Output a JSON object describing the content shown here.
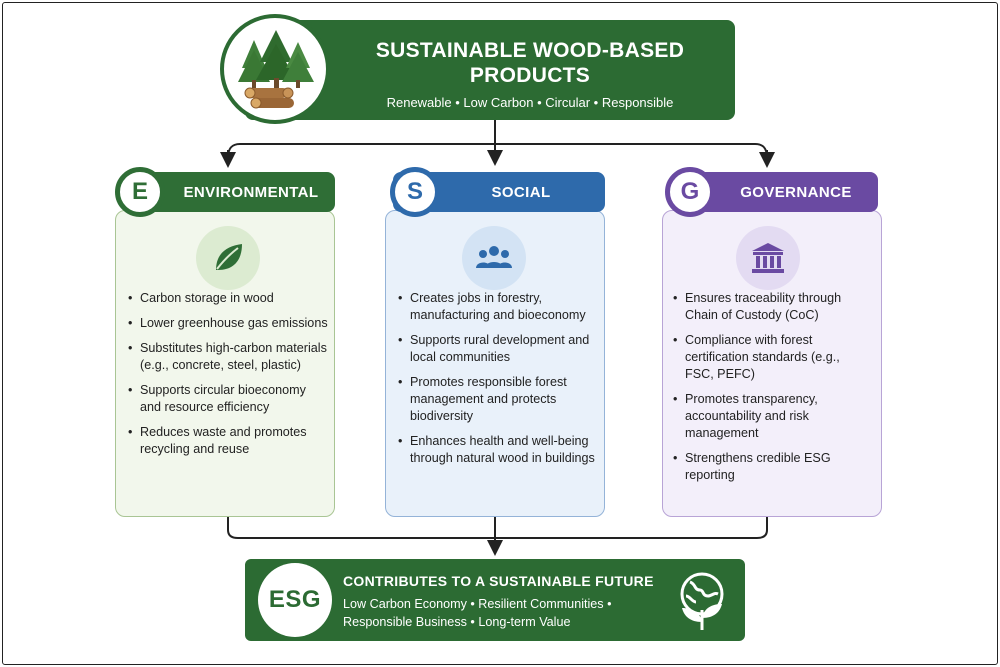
{
  "header": {
    "title_line1": "SUSTAINABLE WOOD-BASED",
    "title_line2": "PRODUCTS",
    "tagline": "Renewable • Low Carbon • Circular • Responsible",
    "icon": "forest-logs-icon"
  },
  "pillars": [
    {
      "key": "env",
      "letter": "E",
      "title": "ENVIRONMENTAL",
      "icon": "leaf-icon",
      "color": "#2f6e36",
      "bullets": [
        "Carbon storage in wood",
        "Lower greenhouse gas emissions",
        "Substitutes high-carbon materials (e.g., concrete, steel, plastic)",
        "Supports circular bioeconomy and resource efficiency",
        "Reduces waste and promotes recycling and reuse"
      ]
    },
    {
      "key": "soc",
      "letter": "S",
      "title": "SOCIAL",
      "icon": "people-icon",
      "color": "#2e6aab",
      "bullets": [
        "Creates jobs in forestry, manufacturing and bioeconomy",
        "Supports rural development and local communities",
        "Promotes responsible forest management and protects biodiversity",
        "Enhances health and well-being through natural wood in buildings"
      ]
    },
    {
      "key": "gov",
      "letter": "G",
      "title": "GOVERNANCE",
      "icon": "institution-icon",
      "color": "#6a4aa2",
      "bullets": [
        "Ensures traceability through Chain of Custody (CoC)",
        "Compliance with forest certification standards (e.g., FSC, PEFC)",
        "Promotes transparency, accountability and risk management",
        "Strengthens credible ESG reporting"
      ]
    }
  ],
  "footer": {
    "badge": "ESG",
    "title": "CONTRIBUTES TO A SUSTAINABLE FUTURE",
    "line1": "Low Carbon Economy • Resilient Communities •",
    "line2": "Responsible Business • Long-term Value",
    "icon": "globe-plant-icon"
  },
  "colors": {
    "header_green": "#2c6b33",
    "environmental": "#2f6e36",
    "social": "#2e6aab",
    "governance": "#6a4aa2"
  }
}
